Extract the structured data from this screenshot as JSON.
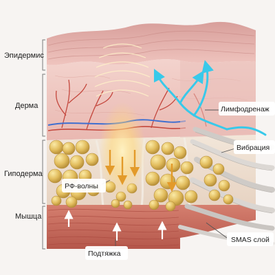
{
  "layers": {
    "epidermis": "Эпидермис",
    "dermis": "Дерма",
    "hypodermis": "Гиподерма",
    "muscle": "Мышца"
  },
  "callouts": {
    "lymph": "Лимфодренаж",
    "vibration": "Вибрация",
    "rf": "РФ-волны",
    "smas": "SMAS слой",
    "lift": "Подтяжка"
  },
  "colors": {
    "epidermis": "#e9b9b4",
    "dermis": "#efcac3",
    "fat": "#e6c46a",
    "muscle": "#c96b5c",
    "lymph": "#38c9ea",
    "rf_glow": "#ffdf8a",
    "vessel_blue": "#3f6fd0",
    "vessel_red": "#c4473d",
    "smas": "#d9d6d3"
  },
  "icons": {
    "lift_arrows": "arrow-up-icon",
    "rf_arrows": "arrow-down-icon",
    "lymph_arrows": "lymph-arrow-icon"
  }
}
